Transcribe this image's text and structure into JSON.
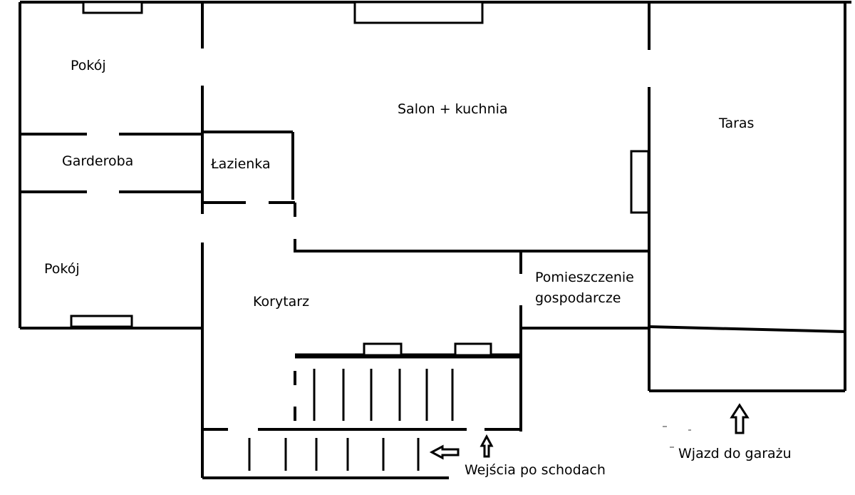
{
  "rooms": {
    "room_top": "Pokój",
    "wardrobe": "Garderoba",
    "room_bottom": "Pokój",
    "bathroom": "Łazienka",
    "living_kitchen": "Salon + kuchnia",
    "terrace": "Taras",
    "utility": "Pomieszczenie\ngospodarcze",
    "corridor": "Korytarz"
  },
  "annotations": {
    "stairs_entry": "Wejścia po schodach",
    "garage_entry": "Wjazd do garażu"
  },
  "colors": {
    "ink": "#000000",
    "paper": "#ffffff"
  }
}
